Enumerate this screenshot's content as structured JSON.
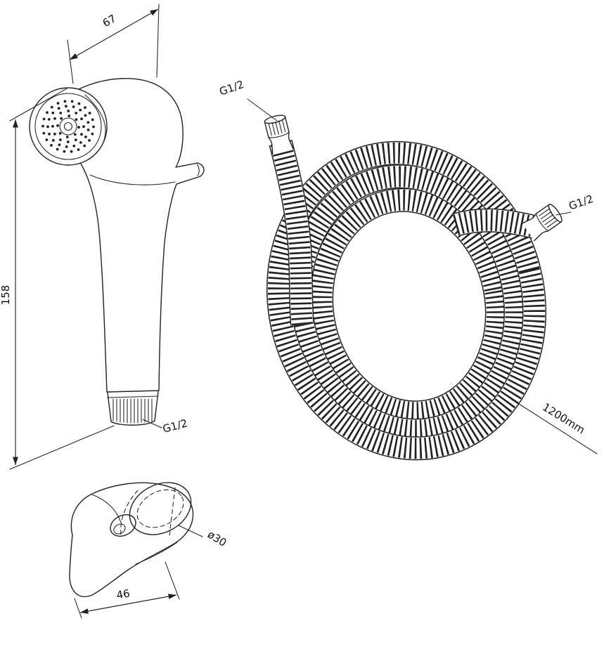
{
  "page": {
    "background": "#ffffff",
    "line_color": "#222222"
  },
  "diagram": {
    "type": "technical-drawing",
    "parts": {
      "sprayer": {
        "width_dim": "67",
        "height_dim": "158",
        "thread_label": "G1/2"
      },
      "hose": {
        "inlet_thread_label": "G1/2",
        "outlet_thread_label": "G1/2",
        "length_label": "1200mm"
      },
      "bracket": {
        "diameter_label": "ø30",
        "width_dim": "46"
      }
    }
  }
}
